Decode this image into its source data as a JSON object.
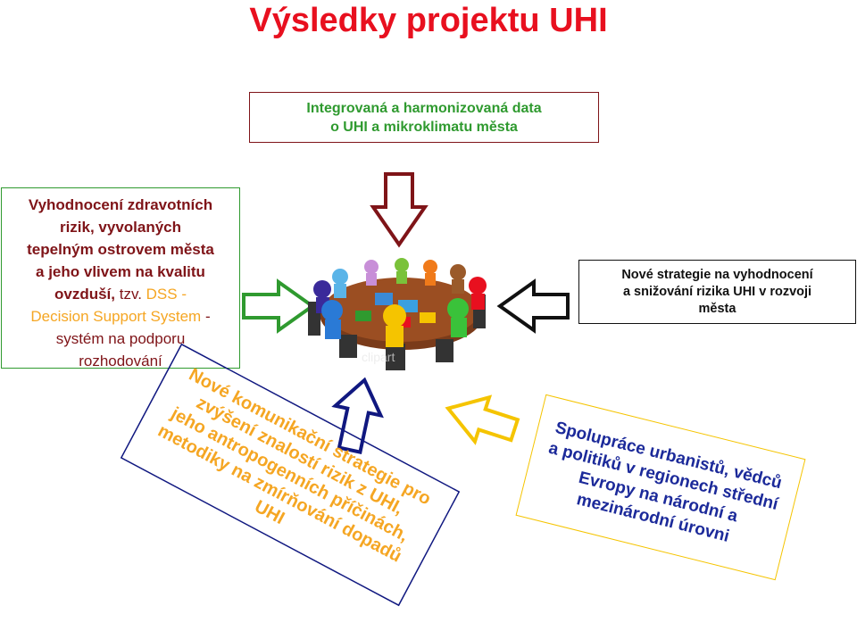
{
  "title": "Výsledky projektu UHI",
  "top_box": {
    "line1": "Integrovaná a harmonizovaná data",
    "line2": "o UHI a mikroklimatu města"
  },
  "left_box": {
    "line1": "Vyhodnocení zdravotních",
    "line2": "rizik, vyvolaných",
    "line3": "tepelným ostrovem města",
    "line4": "a jeho vlivem na kvalitu",
    "line5a": "ovzduší,",
    "line5b": " tzv. ",
    "line5c": "DSS -",
    "line6a": "Decision Support System",
    "line6b": " -",
    "line7": "systém na podporu",
    "line8": "rozhodování"
  },
  "right_box": {
    "line1": "Nové strategie na vyhodnocení",
    "line2": "a snižování rizika UHI v rozvoji",
    "line3": "města"
  },
  "bottom_left_box": {
    "line1": "Nové komunikační strategie pro",
    "line2": "zvýšení znalostí rizik z  UHI,",
    "line3": "jeho antropogenních příčinách,",
    "line4": "metodiky na zmírňování dopadů",
    "line5": "UHI"
  },
  "bottom_right_box": {
    "line1": "Spolupráce urbanistů,  vědců",
    "line2": "a politiků v regionech  střední",
    "line3": "Evropy na národní a",
    "line4": "mezinárodní úrovni"
  },
  "colors": {
    "title": "#e8101f",
    "green": "#2f9a2f",
    "maroon": "#7f1418",
    "orange": "#f5a623",
    "blue": "#1c2a9a",
    "yellow": "#f5c400",
    "navy": "#101880"
  },
  "icons": {
    "top_arrow": "arrow-down-icon",
    "left_arrow": "arrow-right-icon",
    "right_arrow": "arrow-left-icon",
    "bottom_arrow": "arrow-up-icon",
    "bottom_right_arrow": "arrow-up-left-icon",
    "center_image": "team-meeting-illustration"
  }
}
